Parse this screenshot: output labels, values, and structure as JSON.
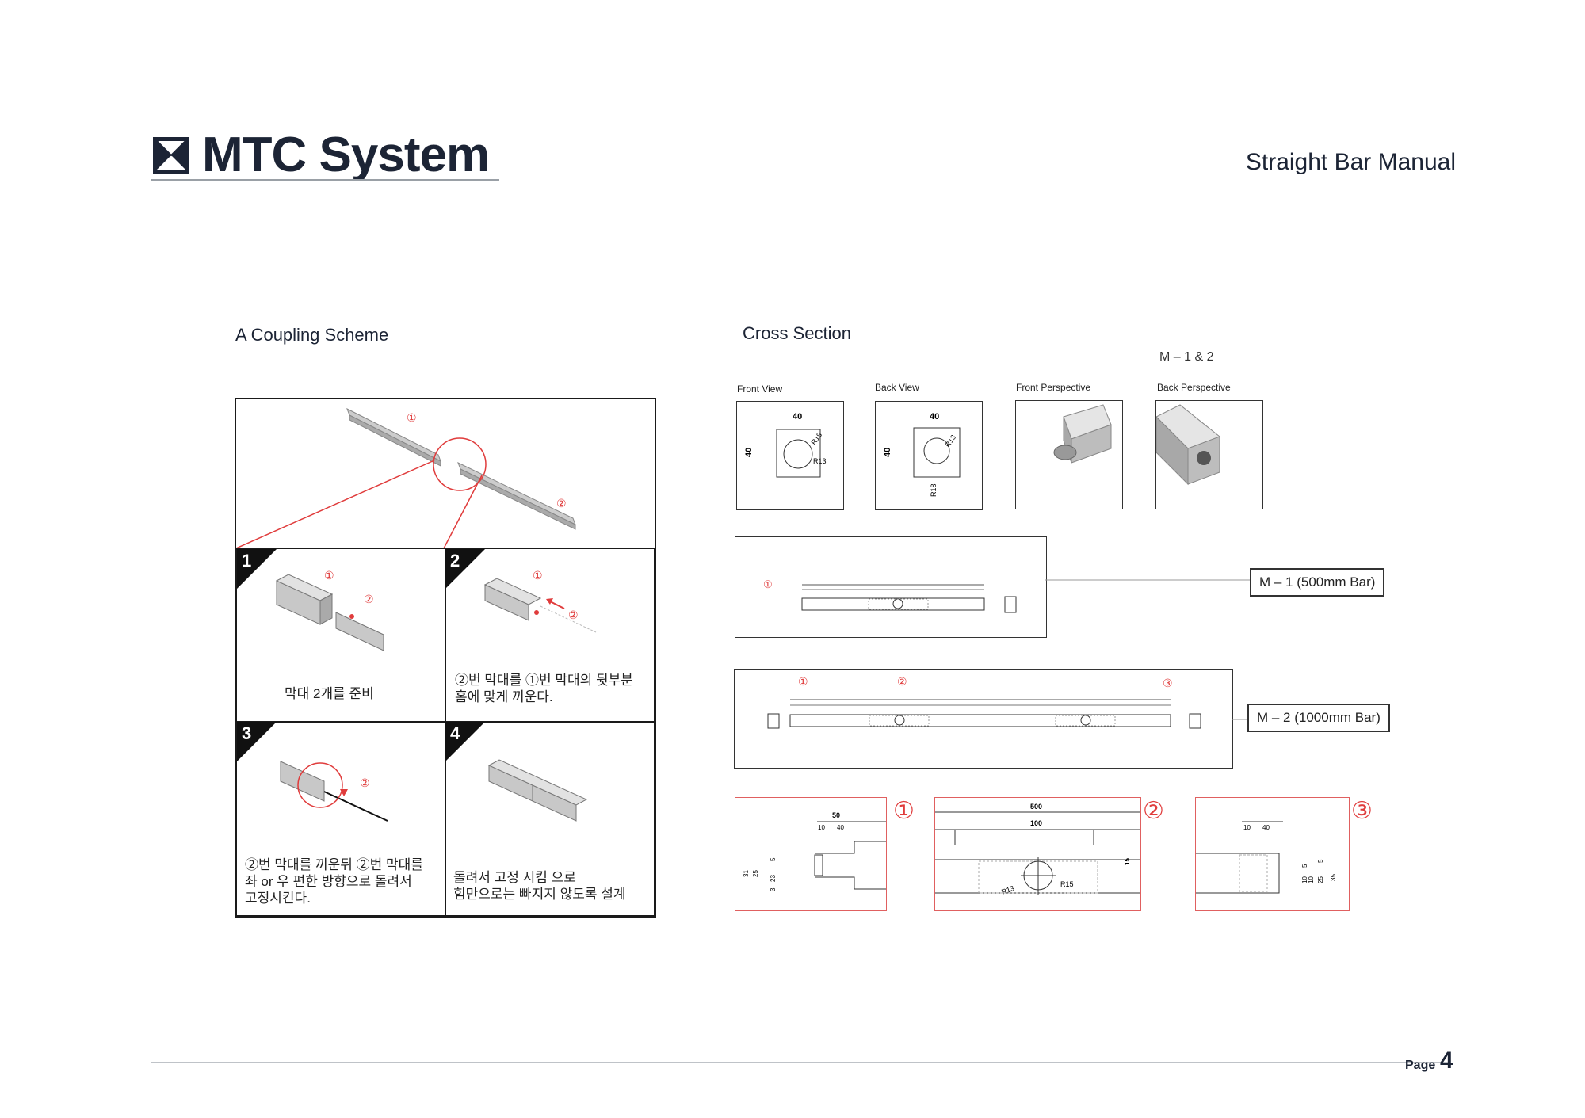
{
  "header": {
    "brand": "MTC System",
    "doc_title": "Straight Bar Manual"
  },
  "coupling": {
    "title": "A Coupling Scheme",
    "overview_labels": [
      "①",
      "②"
    ],
    "steps": [
      {
        "num": "1",
        "text": "막대 2개를 준비",
        "labels": [
          "①",
          "②"
        ]
      },
      {
        "num": "2",
        "text": "②번 막대를 ①번 막대의 뒷부분\n홈에 맞게 끼운다.",
        "labels": [
          "①",
          "②"
        ]
      },
      {
        "num": "3",
        "text": "②번 막대를 끼운뒤 ②번 막대를\n좌 or 우 편한 방향으로 돌려서\n고정시킨다.",
        "labels": [
          "②"
        ]
      },
      {
        "num": "4",
        "text": "돌려서 고정 시킴 으로\n힘만으로는 빠지지 않도록 설계",
        "labels": []
      }
    ]
  },
  "cross_section": {
    "title": "Cross Section",
    "group_label": "M – 1 & 2",
    "views": [
      {
        "label": "Front View",
        "dim_top": "40",
        "dim_side": "40",
        "r1": "R18",
        "r2": "R13"
      },
      {
        "label": "Back View",
        "dim_top": "40",
        "dim_side": "40",
        "r1": "R13",
        "r2": "R18"
      },
      {
        "label": "Front Perspective"
      },
      {
        "label": "Back Perspective"
      }
    ],
    "m1_callout": "M – 1 (500mm Bar)",
    "m2_callout": "M – 2 (1000mm Bar)",
    "m1_markers": [
      "①"
    ],
    "m2_markers": [
      "①",
      "②",
      "③"
    ],
    "details": [
      {
        "marker": "①",
        "dims": [
          "50",
          "10",
          "40",
          "31",
          "25",
          "23",
          "5",
          "3"
        ]
      },
      {
        "marker": "②",
        "dims": [
          "500",
          "100",
          "15",
          "R13",
          "R15"
        ]
      },
      {
        "marker": "③",
        "dims": [
          "10",
          "40",
          "10",
          "5",
          "10",
          "25",
          "35",
          "5"
        ]
      }
    ]
  },
  "footer": {
    "page_label": "Page",
    "page_number": "4"
  },
  "colors": {
    "accent_red": "#e03c3c",
    "ink": "#1c2435"
  }
}
